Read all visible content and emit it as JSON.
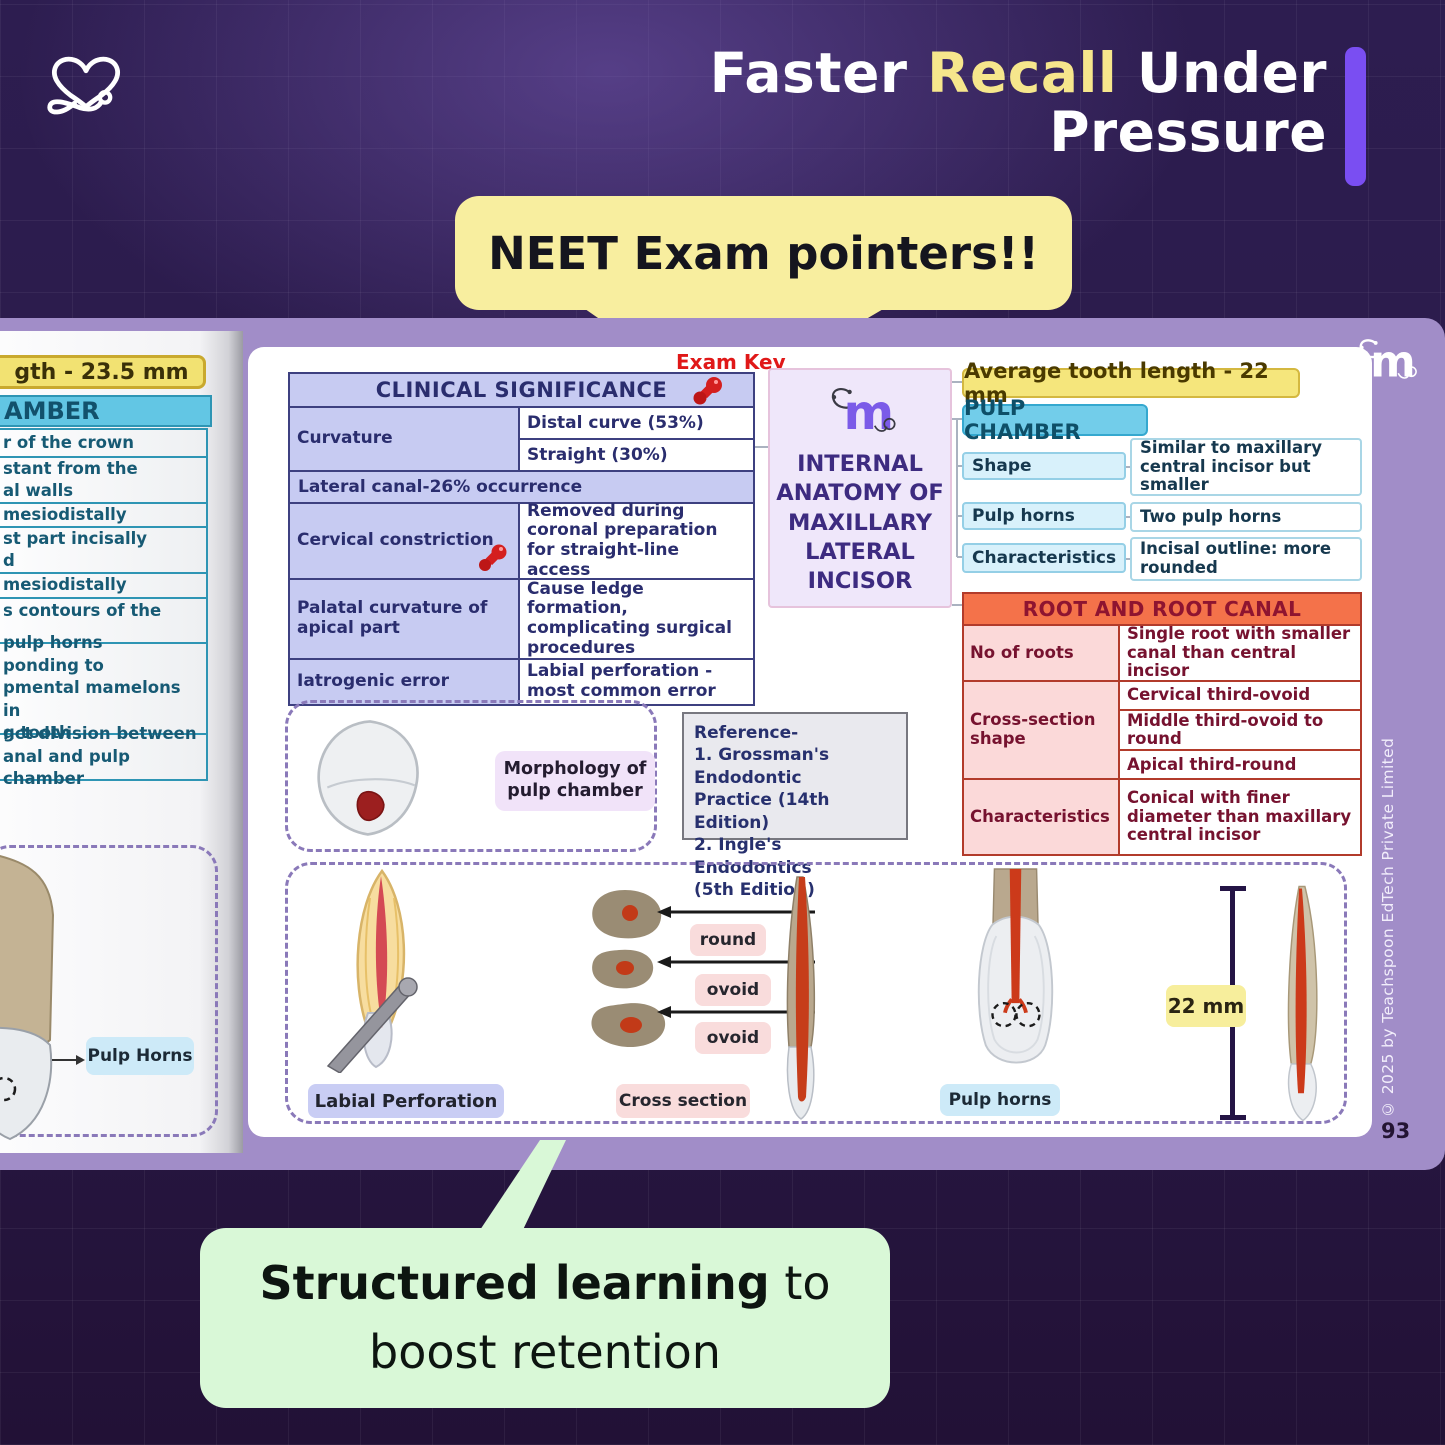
{
  "header": {
    "line1_a": "Faster ",
    "line1_b": "Recall",
    "line1_c": " Under",
    "line2": "Pressure"
  },
  "callouts": {
    "neet": "NEET Exam pointers!!",
    "structured_bold": "Structured learning",
    "structured_rest": " to",
    "structured_line2": "boost retention"
  },
  "left_page": {
    "length_badge": "gth - 23.5 mm",
    "chamber_header": "AMBER",
    "rows": [
      "r of the crown",
      "stant from the\nal walls",
      "mesiodistally",
      "st part incisally\nd",
      "mesiodistally",
      "s contours of the",
      "pulp horns\nponding to\npmental mamelons in\ng tooth",
      "nct division between\nanal and pulp chamber"
    ],
    "pulp_horns_label": "Pulp Horns"
  },
  "exam_key": "Exam Key",
  "clinical": {
    "title": "CLINICAL SIGNIFICANCE",
    "curvature_label": "Curvature",
    "curvature_v1": "Distal curve (53%)",
    "curvature_v2": "Straight (30%)",
    "lateral": "Lateral canal-26% occurrence",
    "cervical_label": "Cervical constriction",
    "cervical_value": "Removed during coronal preparation for straight-line access",
    "palatal_label": "Palatal curvature of apical part",
    "palatal_value": "Cause ledge formation, complicating surgical procedures",
    "iatrogenic_label": "Iatrogenic error",
    "iatrogenic_value": "Labial perforation - most common error"
  },
  "center": {
    "title": "INTERNAL\nANATOMY OF\nMAXILLARY\nLATERAL\nINCISOR"
  },
  "right_top": {
    "length_badge": "Average tooth length - 22 mm",
    "pulp_header": "PULP CHAMBER",
    "rows": [
      {
        "label": "Shape",
        "value": "Similar to maxillary central incisor but smaller"
      },
      {
        "label": "Pulp horns",
        "value": "Two pulp horns"
      },
      {
        "label": "Characteristics",
        "value": "Incisal outline: more rounded"
      }
    ]
  },
  "root_table": {
    "title": "ROOT AND ROOT CANAL",
    "no_roots_label": "No of roots",
    "no_roots_value": "Single root with smaller canal than central incisor",
    "cross_label": "Cross-section shape",
    "cross_v1": "Cervical third-ovoid",
    "cross_v2": "Middle third-ovoid to round",
    "cross_v3": "Apical third-round",
    "char_label": "Characteristics",
    "char_value": "Conical with finer diameter than maxillary central incisor"
  },
  "reference": {
    "lines": [
      "Reference-",
      "1. Grossman's Endodontic",
      "Practice (14th Edition)",
      "2. Ingle's Endodontics",
      "(5th Edition)"
    ]
  },
  "morphology_label": "Morphology of\npulp chamber",
  "bottom": {
    "labial": "Labial Perforation",
    "round": "round",
    "ovoid1": "ovoid",
    "ovoid2": "ovoid",
    "cross_section": "Cross section",
    "pulp_horns": "Pulp horns",
    "measure": "22 mm"
  },
  "footer": {
    "copyright": "© 2025 by Teachspoon EdTech Private Limited",
    "page": "93"
  },
  "colors": {
    "accent_purple": "#7a4ef2",
    "bubble_yellow": "#f8ee9f",
    "bubble_green": "#d9f8d7",
    "table_blue": "#c7cbf2",
    "table_orange": "#f4724a",
    "badge_yellow": "#f5e67c",
    "pulp_cyan": "#72cdea",
    "canal_red": "#cc3a1a",
    "exam_key_red": "#e01818"
  }
}
